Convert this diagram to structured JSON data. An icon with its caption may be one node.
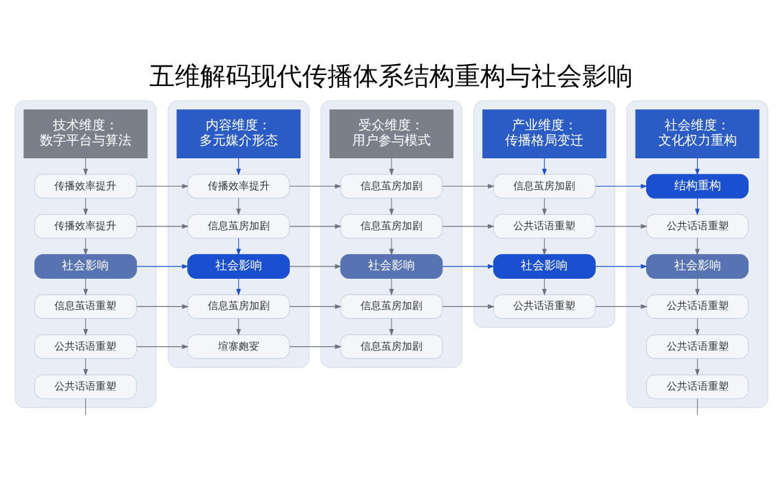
{
  "diagram": {
    "title": "五维解码现代传播体系结构重构与社会影响",
    "nodes": [
      {
        "text": [],
        "shape": "box"
      },
      {
        "text": [
          "技术维度：",
          "数字平台与算法"
        ],
        "in": 0
      },
      {
        "text": [
          "传播效率提升"
        ],
        "in": 0
      },
      {
        "text": [
          "传播效率提升"
        ],
        "in": 0
      },
      {
        "text": [
          "社会影响"
        ],
        "in": 0
      },
      {
        "text": [
          "信息茧语重塑"
        ],
        "in": 0
      },
      {
        "text": [
          "公共话语重塑"
        ],
        "in": 0
      },
      {
        "text": [
          "公共话语重塑"
        ],
        "in": 0
      },
      {
        "text": [],
        "shape": "box"
      },
      {
        "text": [
          "内容维度：",
          "多元媒介形态"
        ],
        "in": 8
      },
      {
        "text": [
          "传播效率提升"
        ],
        "in": 8
      },
      {
        "text": [
          "信息茧房加剧"
        ],
        "in": 8
      },
      {
        "text": [
          "社会影响"
        ],
        "in": 8
      },
      {
        "text": [
          "信息茧房加剧"
        ],
        "in": 8
      },
      {
        "text": [
          "塇寨皰叜"
        ],
        "in": 8
      },
      {
        "text": [],
        "shape": "box"
      },
      {
        "text": [
          "受众维度：",
          "用户参与模式"
        ],
        "in": 15
      },
      {
        "text": [
          "信息茧房加剧"
        ],
        "in": 15
      },
      {
        "text": [
          "信息茧房加剧"
        ],
        "in": 15
      },
      {
        "text": [
          "社会影响"
        ],
        "in": 15
      },
      {
        "text": [
          "信息茧房加剧"
        ],
        "in": 15
      },
      {
        "text": [
          "信息茧房加剧"
        ],
        "in": 15
      },
      {
        "text": [],
        "shape": "box"
      },
      {
        "text": [
          "产业维度：",
          "传播格局变迁"
        ],
        "in": 22
      },
      {
        "text": [
          "信息茧房加剧"
        ],
        "in": 22
      },
      {
        "text": [
          "公共话语重塑"
        ],
        "in": 22
      },
      {
        "text": [
          "社会影响"
        ],
        "in": 22
      },
      {
        "text": [
          "公共话语重塑"
        ],
        "in": 22
      },
      {
        "text": [],
        "shape": "box"
      },
      {
        "text": [
          "社会维度：",
          "文化权力重构"
        ],
        "in": 28
      },
      {
        "text": [
          "结构重构"
        ],
        "in": 28
      },
      {
        "text": [
          "公共话语重塑"
        ],
        "in": 28
      },
      {
        "text": [
          "社会影响"
        ],
        "in": 28
      },
      {
        "text": [
          "公共话语重塑"
        ],
        "in": 28
      },
      {
        "text": [
          "公共话语重塑"
        ],
        "in": 28
      },
      {
        "text": [
          "公共话语重塑"
        ],
        "in": 28
      }
    ],
    "edges": [
      {
        "from": 1,
        "to": 2,
        "arrow": "to"
      },
      {
        "from": 2,
        "to": 3,
        "arrow": "to"
      },
      {
        "from": 3,
        "to": 4,
        "arrow": "to"
      },
      {
        "from": 4,
        "to": 5,
        "arrow": "to"
      },
      {
        "from": 5,
        "to": 6,
        "arrow": "to"
      },
      {
        "from": 6,
        "to": 7,
        "arrow": "to"
      },
      {
        "from": 7,
        "to": null,
        "arrow": "none"
      },
      {
        "from": 9,
        "to": 10,
        "arrow": "to",
        "color": "#1a4fd0"
      },
      {
        "from": 10,
        "to": 11,
        "arrow": "to"
      },
      {
        "from": 11,
        "to": 12,
        "arrow": "to",
        "color": "#1a4fd0"
      },
      {
        "from": 12,
        "to": 13,
        "arrow": "to",
        "color": "#1a4fd0"
      },
      {
        "from": 13,
        "to": 14,
        "arrow": "to"
      },
      {
        "from": 16,
        "to": 17,
        "arrow": "to"
      },
      {
        "from": 17,
        "to": 18,
        "arrow": "to"
      },
      {
        "from": 18,
        "to": 19,
        "arrow": "to"
      },
      {
        "from": 19,
        "to": 20,
        "arrow": "to"
      },
      {
        "from": 20,
        "to": 21,
        "arrow": "to"
      },
      {
        "from": 23,
        "to": 24,
        "arrow": "to",
        "color": "#1a4fd0"
      },
      {
        "from": 24,
        "to": 25,
        "arrow": "to"
      },
      {
        "from": 25,
        "to": 26,
        "arrow": "to"
      },
      {
        "from": 26,
        "to": 27,
        "arrow": "to"
      },
      {
        "from": 29,
        "to": 30,
        "arrow": "to",
        "color": "#1a4fd0"
      },
      {
        "from": 30,
        "to": 31,
        "arrow": "to",
        "color": "#1a4fd0"
      },
      {
        "from": 31,
        "to": 32,
        "arrow": "to"
      },
      {
        "from": 32,
        "to": 33,
        "arrow": "to"
      },
      {
        "from": 33,
        "to": 34,
        "arrow": "to"
      },
      {
        "from": 34,
        "to": 35,
        "arrow": "to"
      },
      {
        "from": 35,
        "to": null,
        "arrow": "none"
      },
      {
        "from": 2,
        "to": 10,
        "arrow": "to"
      },
      {
        "from": 10,
        "to": 17,
        "arrow": "to"
      },
      {
        "from": 17,
        "to": 24,
        "arrow": "to"
      },
      {
        "from": 24,
        "to": 30,
        "arrow": "to",
        "color": "#1a4fd0"
      },
      {
        "from": 3,
        "to": 11,
        "arrow": "to"
      },
      {
        "from": 11,
        "to": 18,
        "arrow": "to"
      },
      {
        "from": 18,
        "to": 25,
        "arrow": "to"
      },
      {
        "from": 25,
        "to": 31,
        "arrow": "to"
      },
      {
        "from": 4,
        "to": 12,
        "arrow": "to",
        "color": "#1a4fd0"
      },
      {
        "from": 12,
        "to": 19,
        "arrow": "to"
      },
      {
        "from": 19,
        "to": 26,
        "arrow": "to",
        "color": "#1a4fd0"
      },
      {
        "from": 26,
        "to": 32,
        "arrow": "to",
        "color": "#1a4fd0"
      },
      {
        "from": 5,
        "to": 13,
        "arrow": "to"
      },
      {
        "from": 13,
        "to": 20,
        "arrow": "to"
      },
      {
        "from": 20,
        "to": 27,
        "arrow": "to"
      },
      {
        "from": 27,
        "to": 33,
        "arrow": "to"
      },
      {
        "from": 6,
        "to": 14,
        "arrow": "to"
      },
      {
        "from": 14,
        "to": 21,
        "arrow": "to"
      }
    ]
  }
}
